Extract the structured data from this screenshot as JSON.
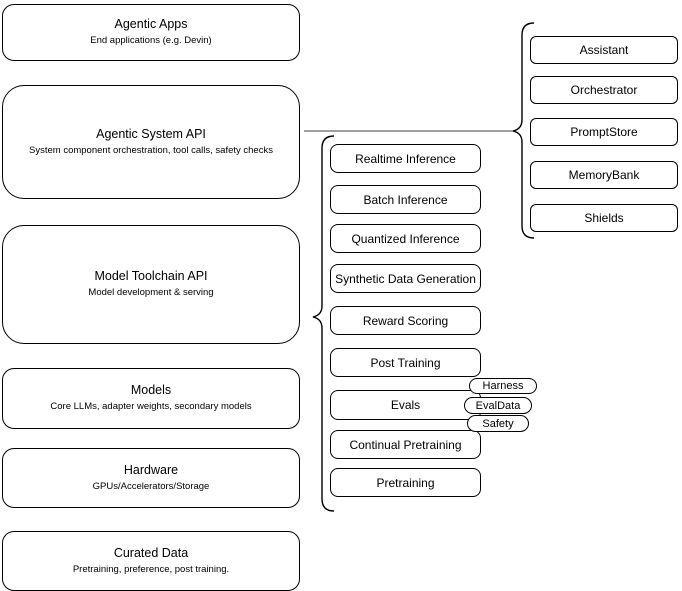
{
  "left_column": [
    {
      "title": "Agentic Apps",
      "subtitle": "End applications (e.g. Devin)"
    },
    {
      "title": "Agentic System API",
      "subtitle": "System component orchestration, tool calls, safety checks"
    },
    {
      "title": "Model Toolchain API",
      "subtitle": "Model development & serving"
    },
    {
      "title": "Models",
      "subtitle": "Core LLMs, adapter weights, secondary models"
    },
    {
      "title": "Hardware",
      "subtitle": "GPUs/Accelerators/Storage"
    },
    {
      "title": "Curated Data",
      "subtitle": "Pretraining, preference, post training."
    }
  ],
  "middle_column": [
    "Realtime Inference",
    "Batch Inference",
    "Quantized Inference",
    "Synthetic Data Generation",
    "Reward Scoring",
    "Post Training",
    "Evals",
    "Continual Pretraining",
    "Pretraining"
  ],
  "eval_tags": [
    "Harness",
    "EvalData",
    "Safety"
  ],
  "right_column": [
    "Assistant",
    "Orchestrator",
    "PromptStore",
    "MemoryBank",
    "Shields"
  ],
  "colors": {
    "box_stroke": "#000000",
    "box_fill": "#ffffff",
    "brace_stroke": "#000000",
    "connector_stroke": "#808080",
    "background": "#ffffff",
    "text": "#000000"
  }
}
